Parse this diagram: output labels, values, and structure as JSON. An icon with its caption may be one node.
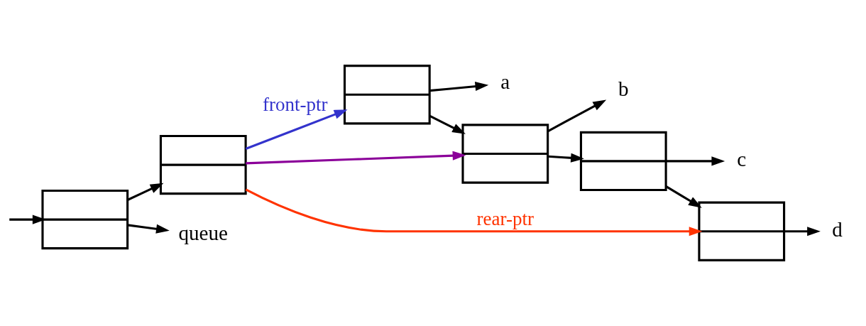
{
  "diagram": {
    "nodes": [
      {
        "text": [],
        "shape": "box"
      },
      {
        "text": [],
        "shape": "box"
      },
      {
        "text": [
          "queue"
        ]
      },
      {
        "text": [],
        "shape": "box"
      },
      {
        "text": [],
        "shape": "box"
      },
      {
        "text": [],
        "shape": "box"
      },
      {
        "text": [],
        "shape": "box"
      },
      {
        "text": [
          "a"
        ]
      },
      {
        "text": [
          "b"
        ]
      },
      {
        "text": [
          "c"
        ]
      },
      {
        "text": [
          "d"
        ]
      }
    ],
    "edges": [
      {
        "from": null,
        "to": 0,
        "arrow": "to"
      },
      {
        "from": 0,
        "to": 2,
        "arrow": "to"
      },
      {
        "from": 0,
        "to": 1,
        "arrow": "to"
      },
      {
        "from": 1,
        "to": 3,
        "arrow": "to",
        "label": "front-ptr",
        "color": "#3333cc"
      },
      {
        "from": 1,
        "to": 4,
        "arrow": "to",
        "color": "#8b0099"
      },
      {
        "from": 1,
        "to": 6,
        "arrow": "to",
        "label": "rear-ptr",
        "color": "#ff3300"
      },
      {
        "from": 3,
        "to": 7,
        "arrow": "to"
      },
      {
        "from": 3,
        "to": 4,
        "arrow": "to"
      },
      {
        "from": 4,
        "to": 8,
        "arrow": "to"
      },
      {
        "from": 4,
        "to": 5,
        "arrow": "to"
      },
      {
        "from": 5,
        "to": 9,
        "arrow": "to"
      },
      {
        "from": 5,
        "to": 6,
        "arrow": "to"
      },
      {
        "from": 6,
        "to": 10,
        "arrow": "to"
      }
    ]
  }
}
